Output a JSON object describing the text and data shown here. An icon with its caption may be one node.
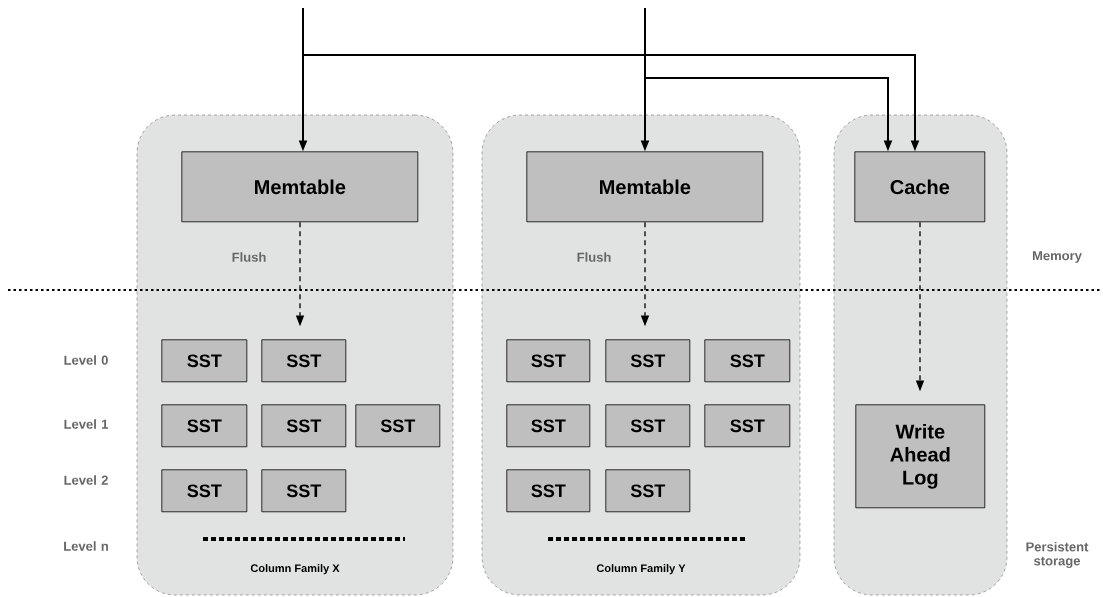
{
  "diagram": {
    "nodes": [
      {
        "text": [
          "Column Family X"
        ]
      },
      {
        "text": [
          "Memtable"
        ],
        "in": 0
      },
      {
        "text": [
          "SST"
        ],
        "in": 0
      },
      {
        "text": [
          "SST"
        ],
        "in": 0
      },
      {
        "text": [
          "SST"
        ],
        "in": 0
      },
      {
        "text": [
          "SST"
        ],
        "in": 0
      },
      {
        "text": [
          "SST"
        ],
        "in": 0
      },
      {
        "text": [
          "SST"
        ],
        "in": 0
      },
      {
        "text": [
          "SST"
        ],
        "in": 0
      },
      {
        "text": [
          "Column Family Y"
        ]
      },
      {
        "text": [
          "Memtable"
        ],
        "in": 9
      },
      {
        "text": [
          "SST"
        ],
        "in": 9
      },
      {
        "text": [
          "SST"
        ],
        "in": 9
      },
      {
        "text": [
          "SST"
        ],
        "in": 9
      },
      {
        "text": [
          "SST"
        ],
        "in": 9
      },
      {
        "text": [
          "SST"
        ],
        "in": 9
      },
      {
        "text": [
          "SST"
        ],
        "in": 9
      },
      {
        "text": [
          "SST"
        ],
        "in": 9
      },
      {
        "text": [
          "SST"
        ],
        "in": 9
      },
      {
        "text": [],
        "shape": "box"
      },
      {
        "text": [
          "Cache"
        ],
        "in": 19
      },
      {
        "text": [
          "Write Ahead Log"
        ],
        "in": 19
      }
    ],
    "edges": [
      {
        "from": null,
        "to": 1,
        "arrow": "to"
      },
      {
        "from": null,
        "to": 20,
        "arrow": "to"
      },
      {
        "from": null,
        "to": 10,
        "arrow": "to"
      },
      {
        "from": null,
        "to": 20,
        "arrow": "to"
      },
      {
        "from": 1,
        "to": 3,
        "arrow": "to",
        "style": "dashed",
        "label": "Flush"
      },
      {
        "from": 10,
        "to": 12,
        "arrow": "to",
        "style": "dashed",
        "label": "Flush"
      },
      {
        "from": 20,
        "to": 21,
        "arrow": "to",
        "style": "dashed"
      }
    ],
    "labels": [
      "Memory",
      "Level 0",
      "Level 1",
      "Level 2",
      "Level n",
      "Persistent storage"
    ]
  }
}
